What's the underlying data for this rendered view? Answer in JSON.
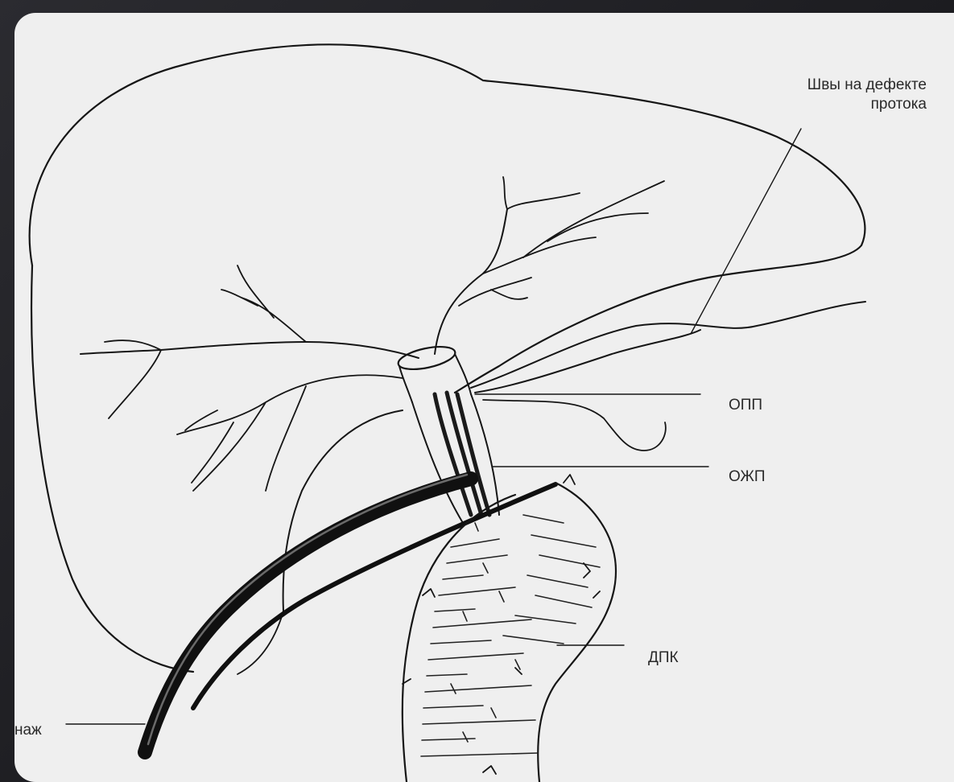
{
  "labels": {
    "sutures_line1": "Швы на дефекте",
    "sutures_line2": "протока",
    "opp": "ОПП",
    "ozhp": "ОЖП",
    "dpk": "ДПК",
    "drain": "наж"
  }
}
